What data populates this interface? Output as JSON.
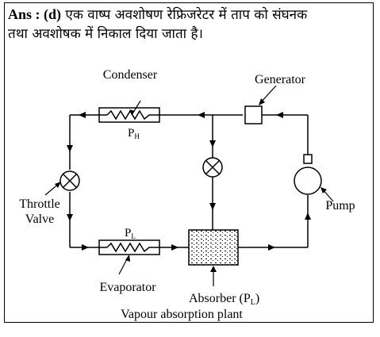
{
  "answer": {
    "lead": "Ans : (d)",
    "text_line1": "एक वाष्प अवशोषण रेफ्रिजरेटर में ताप को संघनक",
    "text_line2": "तथा अवशोषक में निकाल दिया जाता है।"
  },
  "diagram": {
    "labels": {
      "condenser": "Condenser",
      "p_h": "P",
      "p_h_sub": "H",
      "generator": "Generator",
      "throttle_line1": "Throttle",
      "throttle_line2": "Valve",
      "pump": "Pump",
      "p_l": "P",
      "p_l_sub": "L",
      "evaporator": "Evaporator",
      "absorber": "Absorber (P",
      "absorber_sub": "L",
      "absorber_end": ")"
    },
    "caption": "Vapour absorption plant"
  }
}
